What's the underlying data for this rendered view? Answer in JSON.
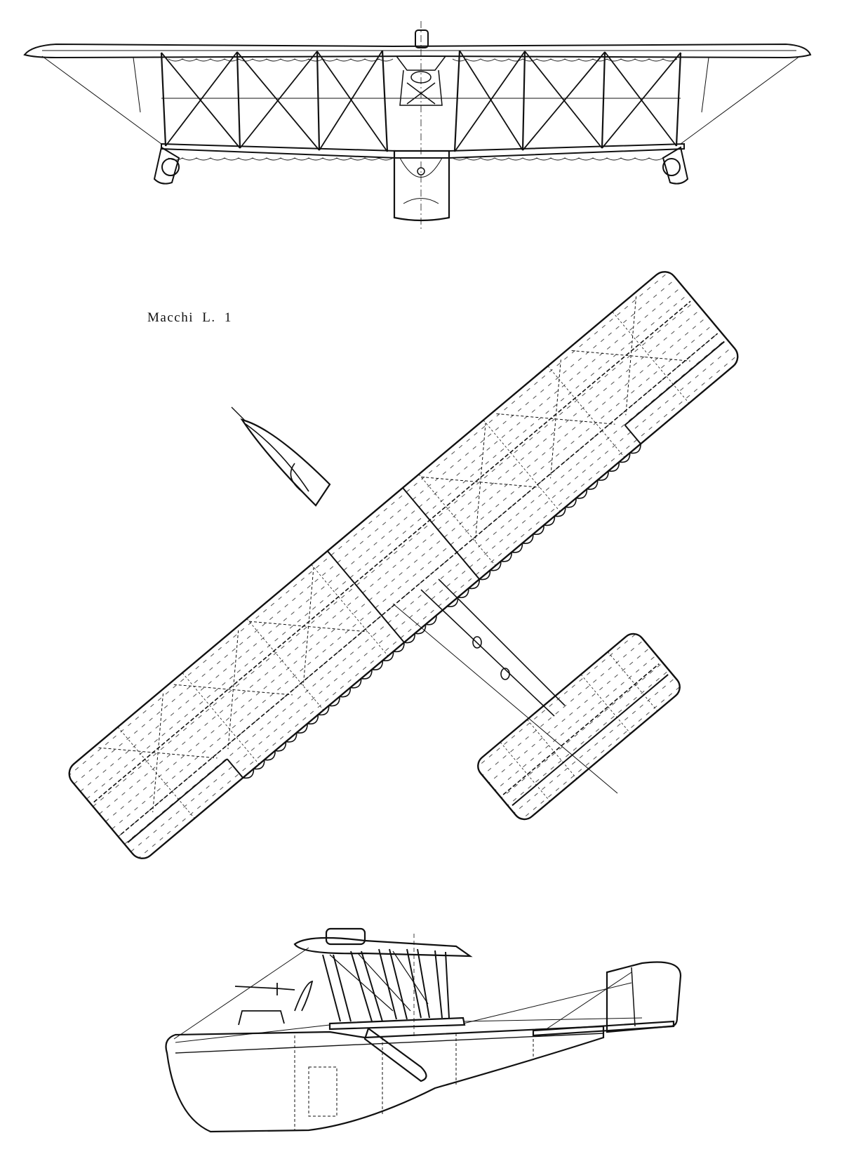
{
  "caption": "Macchi  L. 1",
  "views": [
    {
      "id": "front-view"
    },
    {
      "id": "plan-view"
    },
    {
      "id": "side-view"
    }
  ],
  "colors": {
    "ink": "#111111",
    "paper": "#ffffff"
  }
}
